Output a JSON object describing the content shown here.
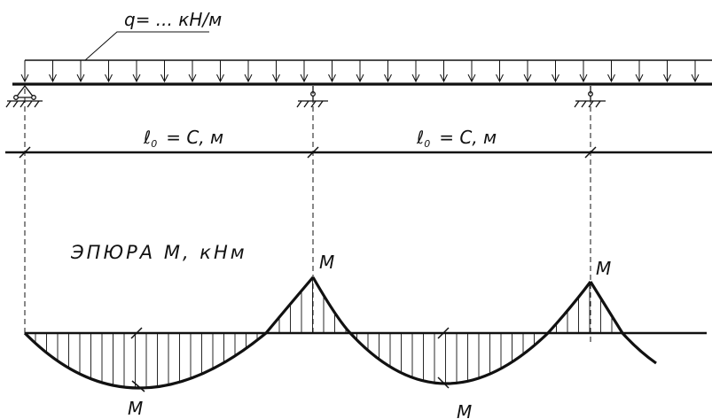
{
  "load_label": "q= ... кН/м",
  "span_label_1": "ℓ",
  "span_sub_1": "0",
  "span_value_1": "= C, м",
  "span_label_2": "ℓ",
  "span_sub_2": "0",
  "span_value_2": "= C, м",
  "diagram_title": "ЭПЮРА  М,  кНм",
  "moment_labels": {
    "support_1": "М",
    "support_2": "М",
    "span_1": "М",
    "span_2": "М"
  }
}
